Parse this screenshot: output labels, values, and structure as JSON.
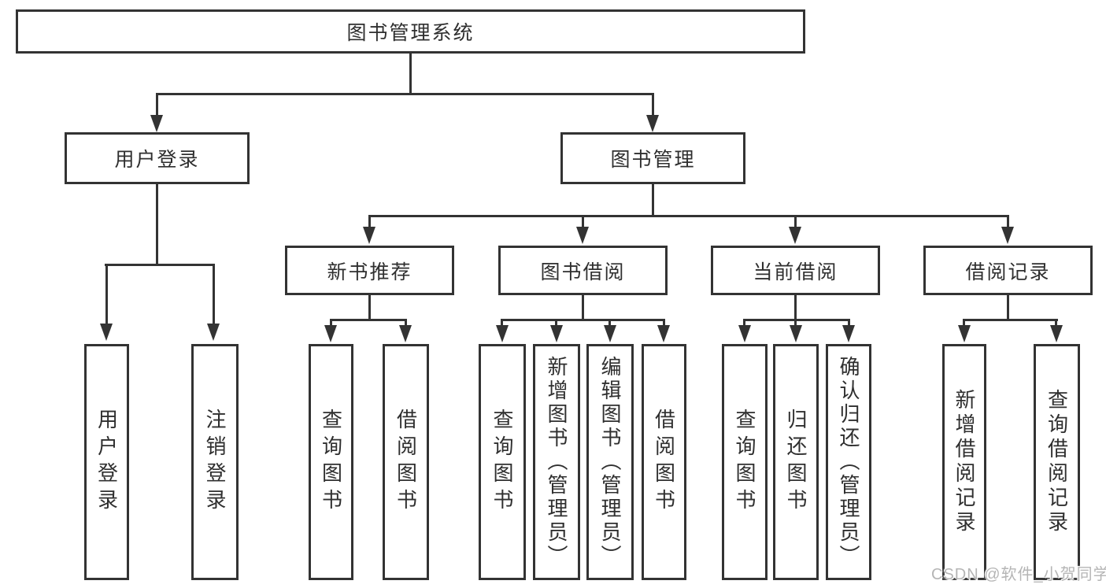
{
  "nodes": {
    "root": {
      "label": "图书管理系统"
    },
    "login": {
      "label": "用户登录",
      "children": [
        {
          "label": "用户登录"
        },
        {
          "label": "注销登录"
        }
      ]
    },
    "management": {
      "label": "图书管理",
      "children": [
        {
          "label": "新书推荐",
          "children": [
            {
              "label": "查询图书"
            },
            {
              "label": "借阅图书"
            }
          ]
        },
        {
          "label": "图书借阅",
          "children": [
            {
              "label": "查询图书"
            },
            {
              "label": "新增图书（管理员）"
            },
            {
              "label": "编辑图书（管理员）"
            },
            {
              "label": "借阅图书"
            }
          ]
        },
        {
          "label": "当前借阅",
          "children": [
            {
              "label": "查询图书"
            },
            {
              "label": "归还图书"
            },
            {
              "label": "确认归还（管理员）"
            }
          ]
        },
        {
          "label": "借阅记录",
          "children": [
            {
              "label": "新增借阅记录"
            },
            {
              "label": "查询借阅记录"
            }
          ]
        }
      ]
    }
  },
  "watermark": {
    "text": "CSDN @软件_小贺同学"
  },
  "colors": {
    "line": "#333333",
    "text": "#2f2f2f",
    "watermark": "#b5b5b5",
    "background": "#ffffff"
  }
}
